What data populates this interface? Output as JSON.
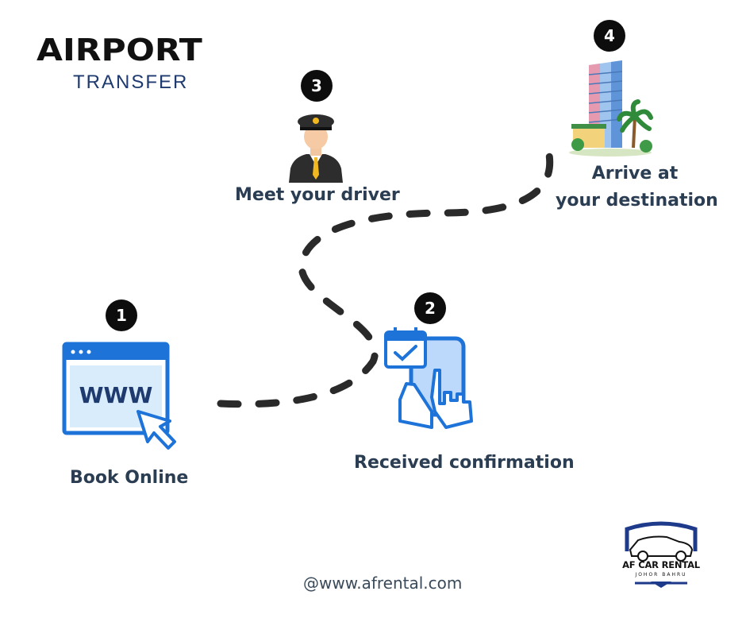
{
  "header": {
    "title": "AIRPORT",
    "subtitle": "TRANSFER"
  },
  "steps": [
    {
      "number": "1",
      "label": "Book Online",
      "icon": "web-browser-icon"
    },
    {
      "number": "2",
      "label": "Received confirmation",
      "icon": "phone-calendar-icon"
    },
    {
      "number": "3",
      "label": "Meet your driver",
      "icon": "driver-icon"
    },
    {
      "number": "4",
      "label_line1": "Arrive at",
      "label_line2": "your destination",
      "icon": "hotel-building-icon"
    }
  ],
  "browser_text": "WWW",
  "footer": {
    "website": "@www.afrental.com"
  },
  "brand": {
    "name": "AF CAR RENTAL",
    "tagline": "JOHOR BAHRU"
  },
  "colors": {
    "accent_blue": "#1e73d8",
    "dark_navy": "#1e3a6e",
    "path": "#2a2a2a",
    "label": "#2a3d52"
  }
}
